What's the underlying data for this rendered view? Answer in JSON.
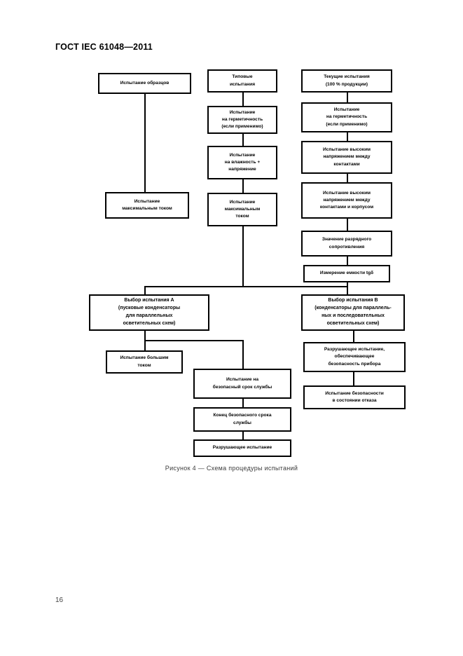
{
  "document": {
    "header": "ГОСТ IEC 61048—2011",
    "page_number": "16",
    "figure_caption": "Рисунок  4 — Схема процедуры испытаний"
  },
  "chart_data": {
    "type": "diagram",
    "title": "Рисунок  4 — Схема процедуры испытаний",
    "nodes": [
      {
        "id": "n1",
        "label": "Испытание образцов"
      },
      {
        "id": "n2",
        "label": "Типовые\nиспытания"
      },
      {
        "id": "n3",
        "label": "Текущие испытания\n(100 % продукции)"
      },
      {
        "id": "n4",
        "label": "Испытание\nна герметичность\n(если применимо)"
      },
      {
        "id": "n5",
        "label": "Испытание\nна герметичность\n(если применимо)"
      },
      {
        "id": "n6",
        "label": "Испытание\nна влажность +\nнапряжение"
      },
      {
        "id": "n7",
        "label": "Испытание высоким\nнапряжением между\nконтактами"
      },
      {
        "id": "n8",
        "label": "Испытание\nмаксимальным\nтоком"
      },
      {
        "id": "n9",
        "label": "Испытание высоким\nнапряжением между\nконтактами и корпусом"
      },
      {
        "id": "n10",
        "label": "Испытание\nмаксимальным током"
      },
      {
        "id": "n11",
        "label": "Значение разрядного\nсопротивления"
      },
      {
        "id": "n12",
        "label": "Измерение емкости tgδ"
      },
      {
        "id": "n13",
        "label": "Выбор испытания А\n(пусковые конденсаторы\nдля параллельных\nосветительных схем)"
      },
      {
        "id": "n14",
        "label": "Выбор испытания В\n(конденсаторы для параллель-\nных и последовательных\nосветительных схем)"
      },
      {
        "id": "n15",
        "label": "Испытание большим\nтоком"
      },
      {
        "id": "n16",
        "label": "Разрушающее испытание,\nобеспечивающее\nбезопасность прибора"
      },
      {
        "id": "n17",
        "label": "Испытание на\nбезопасный срок службы"
      },
      {
        "id": "n18",
        "label": "Испытание безопасности\nв состоянии отказа"
      },
      {
        "id": "n19",
        "label": "Конец безопасного срока\nслужбы"
      },
      {
        "id": "n20",
        "label": "Разрушающее испытание"
      }
    ],
    "edges": [
      {
        "from": "n1",
        "to": "n10"
      },
      {
        "from": "n2",
        "to": "n4"
      },
      {
        "from": "n4",
        "to": "n6"
      },
      {
        "from": "n6",
        "to": "n8"
      },
      {
        "from": "n3",
        "to": "n5"
      },
      {
        "from": "n5",
        "to": "n7"
      },
      {
        "from": "n7",
        "to": "n9"
      },
      {
        "from": "n9",
        "to": "n11"
      },
      {
        "from": "n11",
        "to": "n12"
      },
      {
        "from": "n8",
        "to": "n13"
      },
      {
        "from": "n8",
        "to": "n14"
      },
      {
        "from": "n13",
        "to": "n15"
      },
      {
        "from": "n13",
        "to": "n17"
      },
      {
        "from": "n14",
        "to": "n16"
      },
      {
        "from": "n16",
        "to": "n18"
      },
      {
        "from": "n17",
        "to": "n19"
      },
      {
        "from": "n19",
        "to": "n20"
      }
    ],
    "colors": {
      "stroke": "#000000",
      "fill": "#ffffff",
      "text": "#000000"
    }
  }
}
